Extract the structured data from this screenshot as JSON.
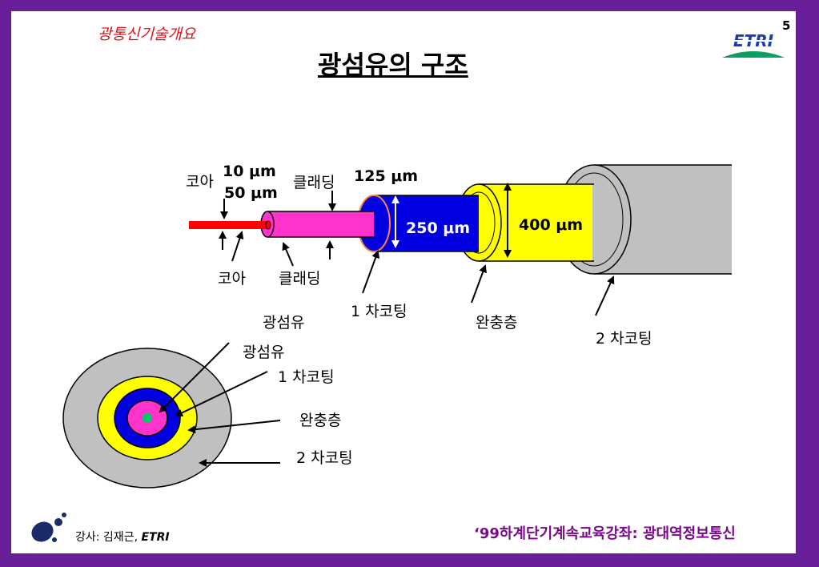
{
  "header": {
    "course": "광통신기술개요",
    "page_number": "5",
    "title": "광섬유의 구조",
    "logo_text": "ETRI"
  },
  "side_view": {
    "core_top_label": "코아",
    "core_size_1": "10 μm",
    "core_size_2": "50 μm",
    "cladding_top_label": "클래딩",
    "cladding_size": "125 μm",
    "coating1_size": "250 μm",
    "buffer_size": "400 μm",
    "core_bottom_label": "코아",
    "cladding_bottom_label": "클래딩",
    "fiber_label": "광섬유",
    "coating1_label": "1 차코팅",
    "buffer_label": "완충층",
    "coating2_label": "2 차코팅"
  },
  "cross_section": {
    "fiber_label": "광섬유",
    "coating1_label": "1 차코팅",
    "buffer_label": "완충층",
    "coating2_label": "2 차코팅"
  },
  "footer": {
    "lecturer": "강사: 김재근, ",
    "org": "ETRI",
    "series": "‘99하계단기계속교육강좌: 광대역정보통신"
  },
  "colors": {
    "frame": "#6a1f9a",
    "core": "#ff0000",
    "cladding": "#ff33cc",
    "coating1": "#0000e0",
    "buffer": "#ffff00",
    "coating2": "#c0c0c0",
    "core_dot": "#00cc66"
  }
}
